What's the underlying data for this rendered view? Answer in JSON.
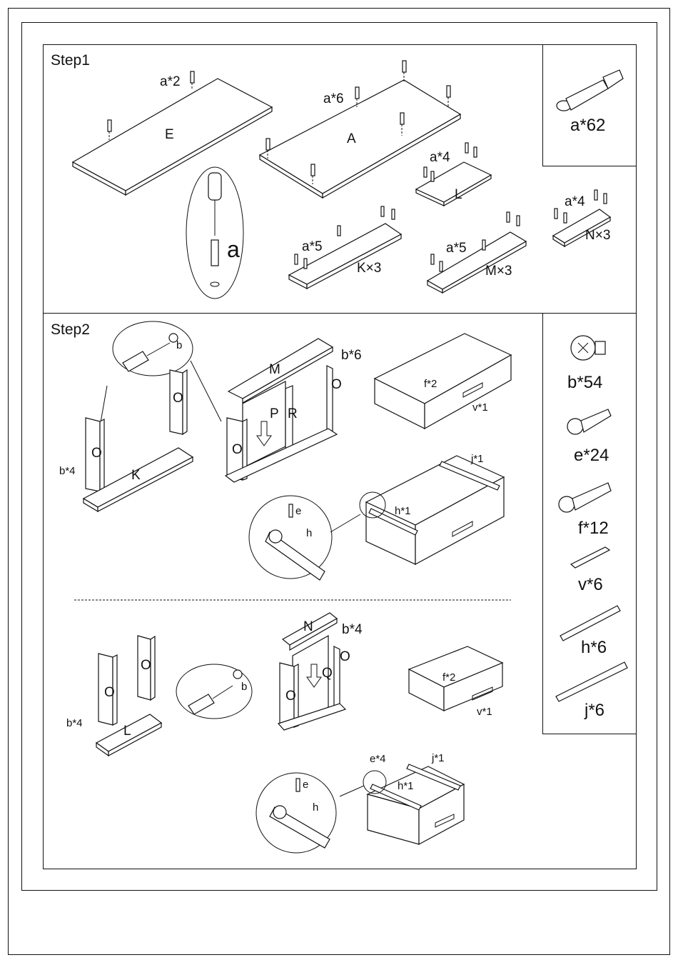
{
  "steps": {
    "step1": {
      "title": "Step1",
      "labels": {
        "e_panel": "E",
        "e_count": "a*2",
        "a_panel": "A",
        "a_count": "a*6",
        "l_panel": "L",
        "l_count": "a*4",
        "k_panel": "K×3",
        "k_count": "a*5",
        "m_panel": "M×3",
        "m_count": "a*5",
        "n_panel": "N×3",
        "n_count": "a*4",
        "detail": "a"
      }
    },
    "step2": {
      "title": "Step2",
      "upper": {
        "b_small": "b",
        "o_left": "O",
        "o_right": "O",
        "k": "K",
        "b_count": "b*4",
        "m": "M",
        "b6": "b*6",
        "o_r2": "O",
        "p": "P",
        "r": "R",
        "o_front": "O",
        "f2": "f*2",
        "v1": "v*1",
        "j1": "j*1",
        "h1": "h*1",
        "e": "e",
        "h": "h"
      },
      "lower": {
        "o_left": "O",
        "o_right": "O",
        "b_count": "b*4",
        "l": "L",
        "b_small": "b",
        "n": "N",
        "b4": "b*4",
        "o_r2": "O",
        "q": "Q",
        "o_front": "O",
        "f2": "f*2",
        "v1": "v*1",
        "e4": "e*4",
        "j1": "j*1",
        "h1": "h*1",
        "e": "e",
        "h": "h"
      }
    }
  },
  "parts": {
    "a": "a*62",
    "b": "b*54",
    "e": "e*24",
    "f": "f*12",
    "v": "v*6",
    "h": "h*6",
    "j": "j*6"
  },
  "icons": [
    "cam-dowel-icon",
    "cam-lock-icon",
    "screw-icon",
    "bolt-icon",
    "stick-icon",
    "rail-icon",
    "screwdriver-icon"
  ]
}
